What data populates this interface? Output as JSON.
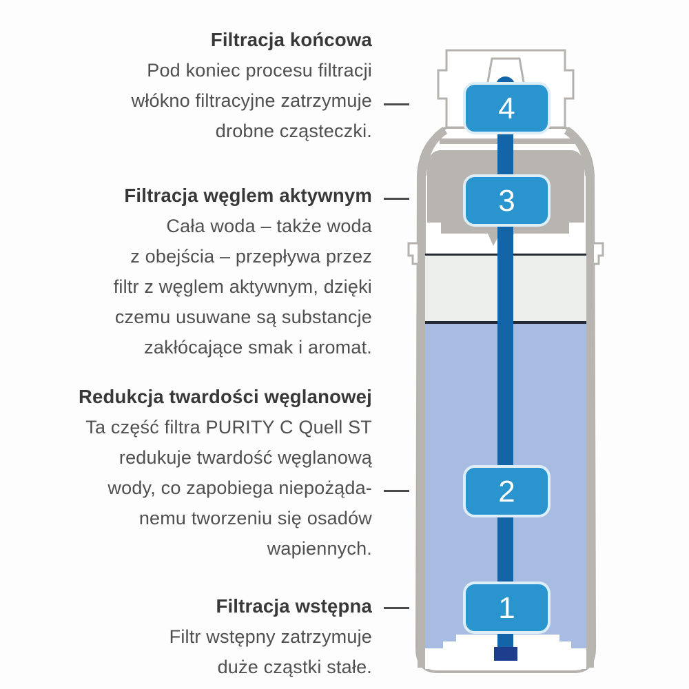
{
  "blocks": [
    {
      "heading": "Filtracja końcowa",
      "lines": [
        "Pod koniec procesu filtracji",
        "włókno filtracyjne zatrzymuje",
        "drobne cząsteczki."
      ]
    },
    {
      "heading": "Filtracja węglem aktywnym",
      "lines": [
        "Cała woda – także woda",
        "z obejścia – przepływa przez",
        "filtr z węglem aktywnym, dzięki",
        "czemu usuwane są substancje",
        "zakłócające smak i aromat."
      ]
    },
    {
      "heading": "Redukcja twardości węglanowej",
      "lines": [
        "Ta część filtra PURITY C Quell ST",
        "redukuje twardość węglanową",
        "wody, co zapobiega niepożąda-",
        "nemu tworzeniu się osadów",
        "wapiennych."
      ]
    },
    {
      "heading": "Filtracja wstępna",
      "lines": [
        "Filtr wstępny zatrzymuje",
        "duże cząstki stałe."
      ]
    }
  ],
  "filter": {
    "product_name": "PURITY C Quell ST",
    "stage_badges": [
      "4",
      "3",
      "2",
      "1"
    ],
    "colors": {
      "badge": "#2a94cf",
      "badge_border": "#ddeef9",
      "tube": "#1465a8",
      "tube_end": "#1e3d8c",
      "carbon_gray": "#b8b5b0",
      "resin_blue": "#a8bce1",
      "light_zone": "#edefec",
      "outline_gray": "#b5b2ae",
      "waterline": "#232a33",
      "base_white": "#ffffff"
    }
  }
}
